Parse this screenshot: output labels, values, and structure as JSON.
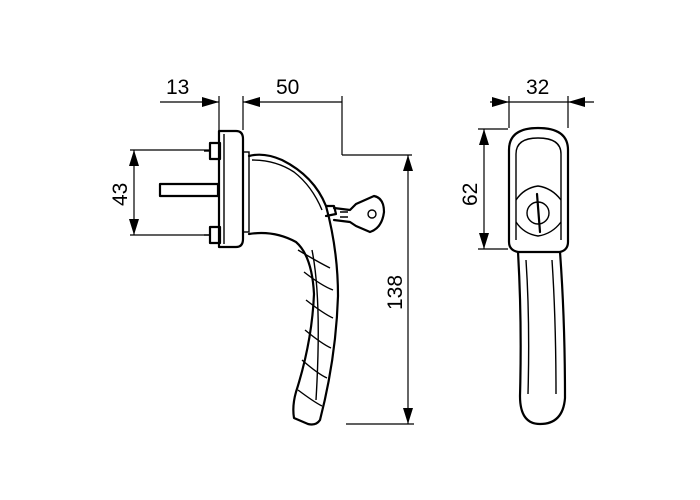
{
  "dimensions": {
    "rose_thickness": "13",
    "handle_projection": "50",
    "spindle_spacing": "43",
    "overall_length": "138",
    "handle_width": "32",
    "front_head_height": "62"
  },
  "colors": {
    "stroke": "#000000",
    "background": "#ffffff"
  }
}
